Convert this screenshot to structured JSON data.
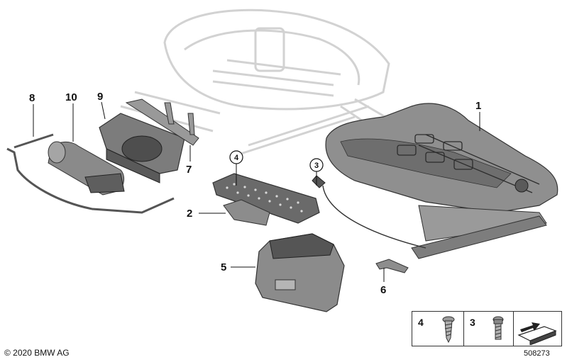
{
  "callouts": {
    "c1": "1",
    "c2": "2",
    "c3": "3",
    "c4": "4",
    "c5": "5",
    "c6": "6",
    "c7": "7",
    "c8": "8",
    "c9": "9",
    "c10": "10"
  },
  "legend": {
    "item_a": "4",
    "item_b": "3"
  },
  "footer": {
    "copyright": "© 2020 BMW AG",
    "diagram_number": "508273"
  },
  "colors": {
    "part_fill": "#8c8c8c",
    "part_dark": "#4a4a4a",
    "ghost": "#d6d6d6",
    "line": "#111111"
  }
}
